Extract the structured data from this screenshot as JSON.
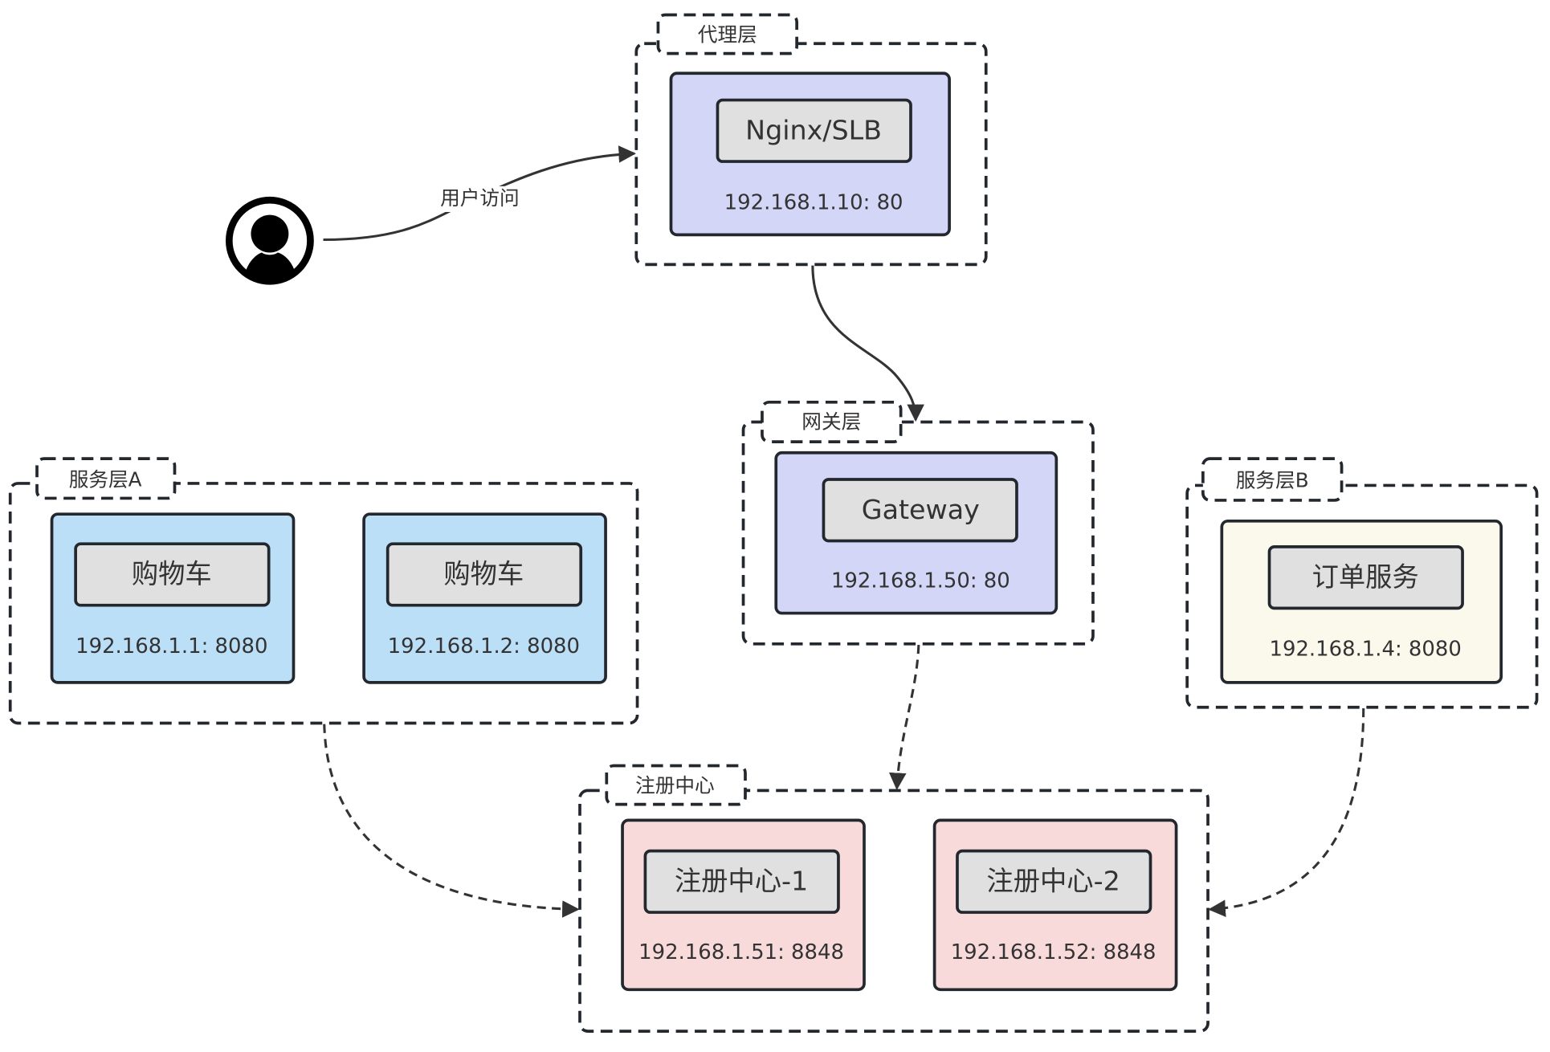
{
  "colors": {
    "proxy_fill": "#d4d6f7",
    "gateway_fill": "#d4d6f7",
    "serviceA_fill": "#bcdff8",
    "serviceB_fill": "#fbf8ec",
    "registry_fill": "#f9dada",
    "inner_fill": "#e0e0e0",
    "stroke": "#23272e"
  },
  "user": {
    "icon": "user-avatar-icon",
    "edge_label": "用户访问"
  },
  "groups": {
    "proxy": {
      "label": "代理层",
      "nodes": [
        {
          "name": "Nginx/SLB",
          "address": "192.168.1.10: 80"
        }
      ]
    },
    "gateway": {
      "label": "网关层",
      "nodes": [
        {
          "name": "Gateway",
          "address": "192.168.1.50: 80"
        }
      ]
    },
    "serviceA": {
      "label": "服务层A",
      "nodes": [
        {
          "name": "购物车",
          "address": "192.168.1.1: 8080"
        },
        {
          "name": "购物车",
          "address": "192.168.1.2: 8080"
        }
      ]
    },
    "serviceB": {
      "label": "服务层B",
      "nodes": [
        {
          "name": "订单服务",
          "address": "192.168.1.4: 8080"
        }
      ]
    },
    "registry": {
      "label": "注册中心",
      "nodes": [
        {
          "name": "注册中心-1",
          "address": "192.168.1.51: 8848"
        },
        {
          "name": "注册中心-2",
          "address": "192.168.1.52: 8848"
        }
      ]
    }
  },
  "edges": [
    {
      "from": "user",
      "to": "proxy",
      "label": "用户访问",
      "style": "solid"
    },
    {
      "from": "proxy",
      "to": "gateway",
      "label": "",
      "style": "solid"
    },
    {
      "from": "gateway",
      "to": "registry",
      "label": "",
      "style": "dashed"
    },
    {
      "from": "serviceA",
      "to": "registry",
      "label": "",
      "style": "dashed"
    },
    {
      "from": "serviceB",
      "to": "registry",
      "label": "",
      "style": "dashed"
    }
  ]
}
